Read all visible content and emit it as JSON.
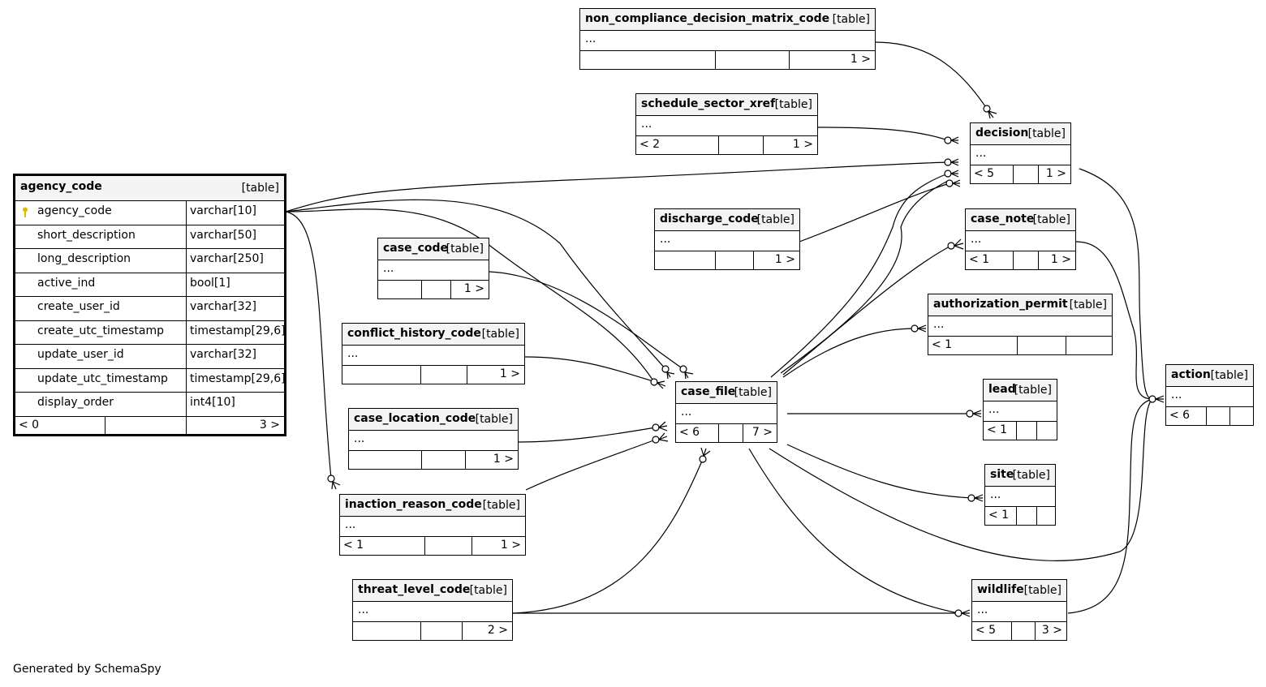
{
  "footer": "Generated by SchemaSpy",
  "colors": {
    "header_bg": "#f4f4f4",
    "key_icon": "#d4c400",
    "line": "#000000"
  },
  "agency_code": {
    "name": "agency_code",
    "type": "[table]",
    "columns": [
      {
        "name": "agency_code",
        "type": "varchar[10]",
        "pk": true
      },
      {
        "name": "short_description",
        "type": "varchar[50]"
      },
      {
        "name": "long_description",
        "type": "varchar[250]"
      },
      {
        "name": "active_ind",
        "type": "bool[1]"
      },
      {
        "name": "create_user_id",
        "type": "varchar[32]"
      },
      {
        "name": "create_utc_timestamp",
        "type": "timestamp[29,6]"
      },
      {
        "name": "update_user_id",
        "type": "varchar[32]"
      },
      {
        "name": "update_utc_timestamp",
        "type": "timestamp[29,6]"
      },
      {
        "name": "display_order",
        "type": "int4[10]"
      }
    ],
    "footer_left": "< 0",
    "footer_right": "3 >"
  },
  "tables": {
    "non_compliance_decision_matrix_code": {
      "name": "non_compliance_decision_matrix_code",
      "type": "[table]",
      "body": "...",
      "footer_left": "",
      "footer_right": "1 >"
    },
    "schedule_sector_xref": {
      "name": "schedule_sector_xref",
      "type": "[table]",
      "body": "...",
      "footer_left": "< 2",
      "footer_right": "1 >"
    },
    "decision": {
      "name": "decision",
      "type": "[table]",
      "body": "...",
      "footer_left": "< 5",
      "footer_right": "1 >"
    },
    "discharge_code": {
      "name": "discharge_code",
      "type": "[table]",
      "body": "...",
      "footer_left": "",
      "footer_right": "1 >"
    },
    "case_note": {
      "name": "case_note",
      "type": "[table]",
      "body": "...",
      "footer_left": "< 1",
      "footer_right": "1 >"
    },
    "case_code": {
      "name": "case_code",
      "type": "[table]",
      "body": "...",
      "footer_left": "",
      "footer_right": "1 >"
    },
    "authorization_permit": {
      "name": "authorization_permit",
      "type": "[table]",
      "body": "...",
      "footer_left": "< 1",
      "footer_right": ""
    },
    "conflict_history_code": {
      "name": "conflict_history_code",
      "type": "[table]",
      "body": "...",
      "footer_left": "",
      "footer_right": "1 >"
    },
    "action": {
      "name": "action",
      "type": "[table]",
      "body": "...",
      "footer_left": "< 6",
      "footer_right": ""
    },
    "case_file": {
      "name": "case_file",
      "type": "[table]",
      "body": "...",
      "footer_left": "< 6",
      "footer_right": "7 >"
    },
    "lead": {
      "name": "lead",
      "type": "[table]",
      "body": "...",
      "footer_left": "< 1",
      "footer_right": ""
    },
    "case_location_code": {
      "name": "case_location_code",
      "type": "[table]",
      "body": "...",
      "footer_left": "",
      "footer_right": "1 >"
    },
    "site": {
      "name": "site",
      "type": "[table]",
      "body": "...",
      "footer_left": "< 1",
      "footer_right": ""
    },
    "inaction_reason_code": {
      "name": "inaction_reason_code",
      "type": "[table]",
      "body": "...",
      "footer_left": "< 1",
      "footer_right": "1 >"
    },
    "threat_level_code": {
      "name": "threat_level_code",
      "type": "[table]",
      "body": "...",
      "footer_left": "",
      "footer_right": "2 >"
    },
    "wildlife": {
      "name": "wildlife",
      "type": "[table]",
      "body": "...",
      "footer_left": "< 5",
      "footer_right": "3 >"
    }
  }
}
